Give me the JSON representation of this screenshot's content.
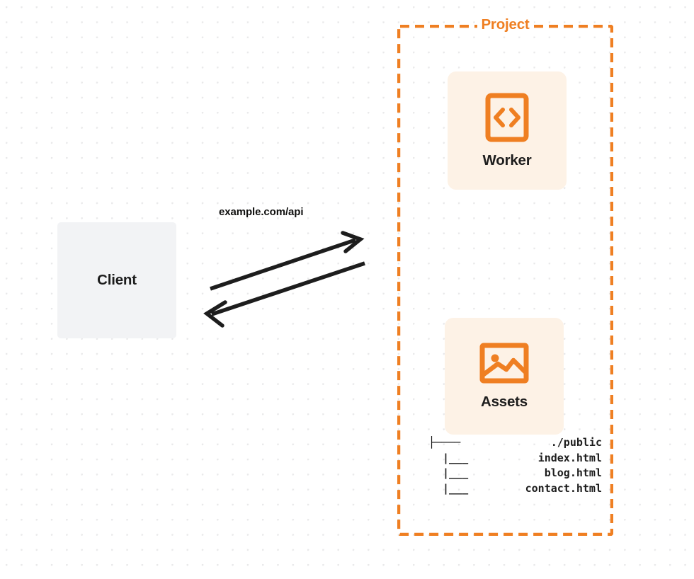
{
  "diagram": {
    "title": "Client to Project Worker and Assets request flow",
    "background": {
      "style": "dot-grid",
      "dot_color": "#e9e9ea",
      "page_color": "#ffffff"
    },
    "colors": {
      "accent_orange": "#ef7f22",
      "card_cream": "#fdf2e6",
      "client_gray": "#f2f3f5",
      "text_dark": "#1d1d1d",
      "arrow_dark": "#1d1d1d"
    },
    "client": {
      "label": "Client"
    },
    "connection": {
      "label": "example.com/api",
      "request_direction": "client-to-project",
      "response_direction": "project-to-client"
    },
    "project": {
      "title": "Project",
      "border_style": "dashed",
      "cards": [
        {
          "label": "Worker",
          "icon": "code-brackets-icon"
        },
        {
          "label": "Assets",
          "icon": "image-picture-icon"
        }
      ],
      "file_tree": [
        {
          "glyph": "├────",
          "name": "./public",
          "level": 0
        },
        {
          "glyph": "|___",
          "name": "index.html",
          "level": 1
        },
        {
          "glyph": "|___",
          "name": "blog.html",
          "level": 1
        },
        {
          "glyph": "|___",
          "name": "contact.html",
          "level": 1
        }
      ]
    }
  }
}
